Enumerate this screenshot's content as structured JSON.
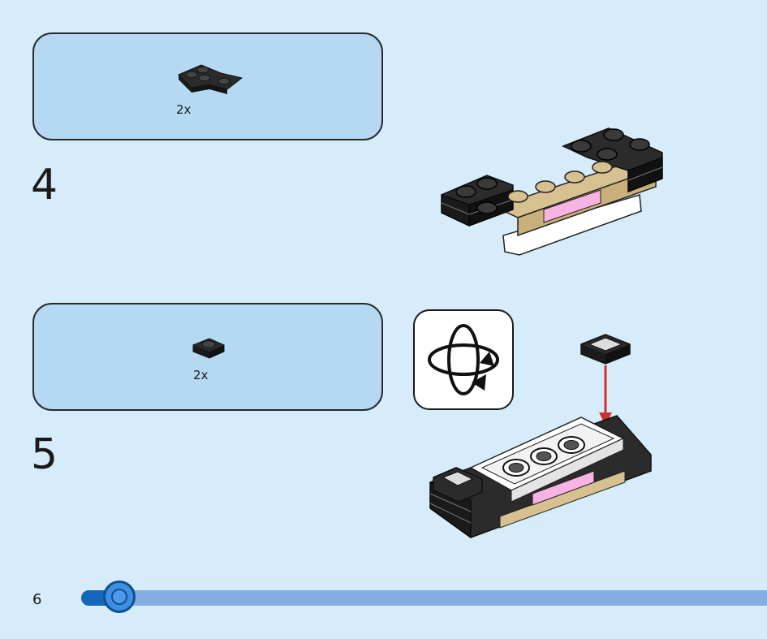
{
  "steps": [
    {
      "number": "4",
      "parts_qty": "2x",
      "part_icon": "lego-corner-plate-black-icon"
    },
    {
      "number": "5",
      "parts_qty": "2x",
      "part_icon": "lego-plate-1x1-black-icon"
    }
  ],
  "rotate_icon": "rotate-model-icon",
  "page_number": "6",
  "progress_fraction": 0.05,
  "colors": {
    "page_bg": "#d6ecfa",
    "parts_box_bg": "#b5d8f3",
    "progress_track": "#84aee2",
    "progress_fill": "#1565b8",
    "brick_black": "#2b2b2b",
    "brick_tan": "#d8c190",
    "brick_pink": "#f7b3e3",
    "arrow_red": "#d0312d"
  }
}
